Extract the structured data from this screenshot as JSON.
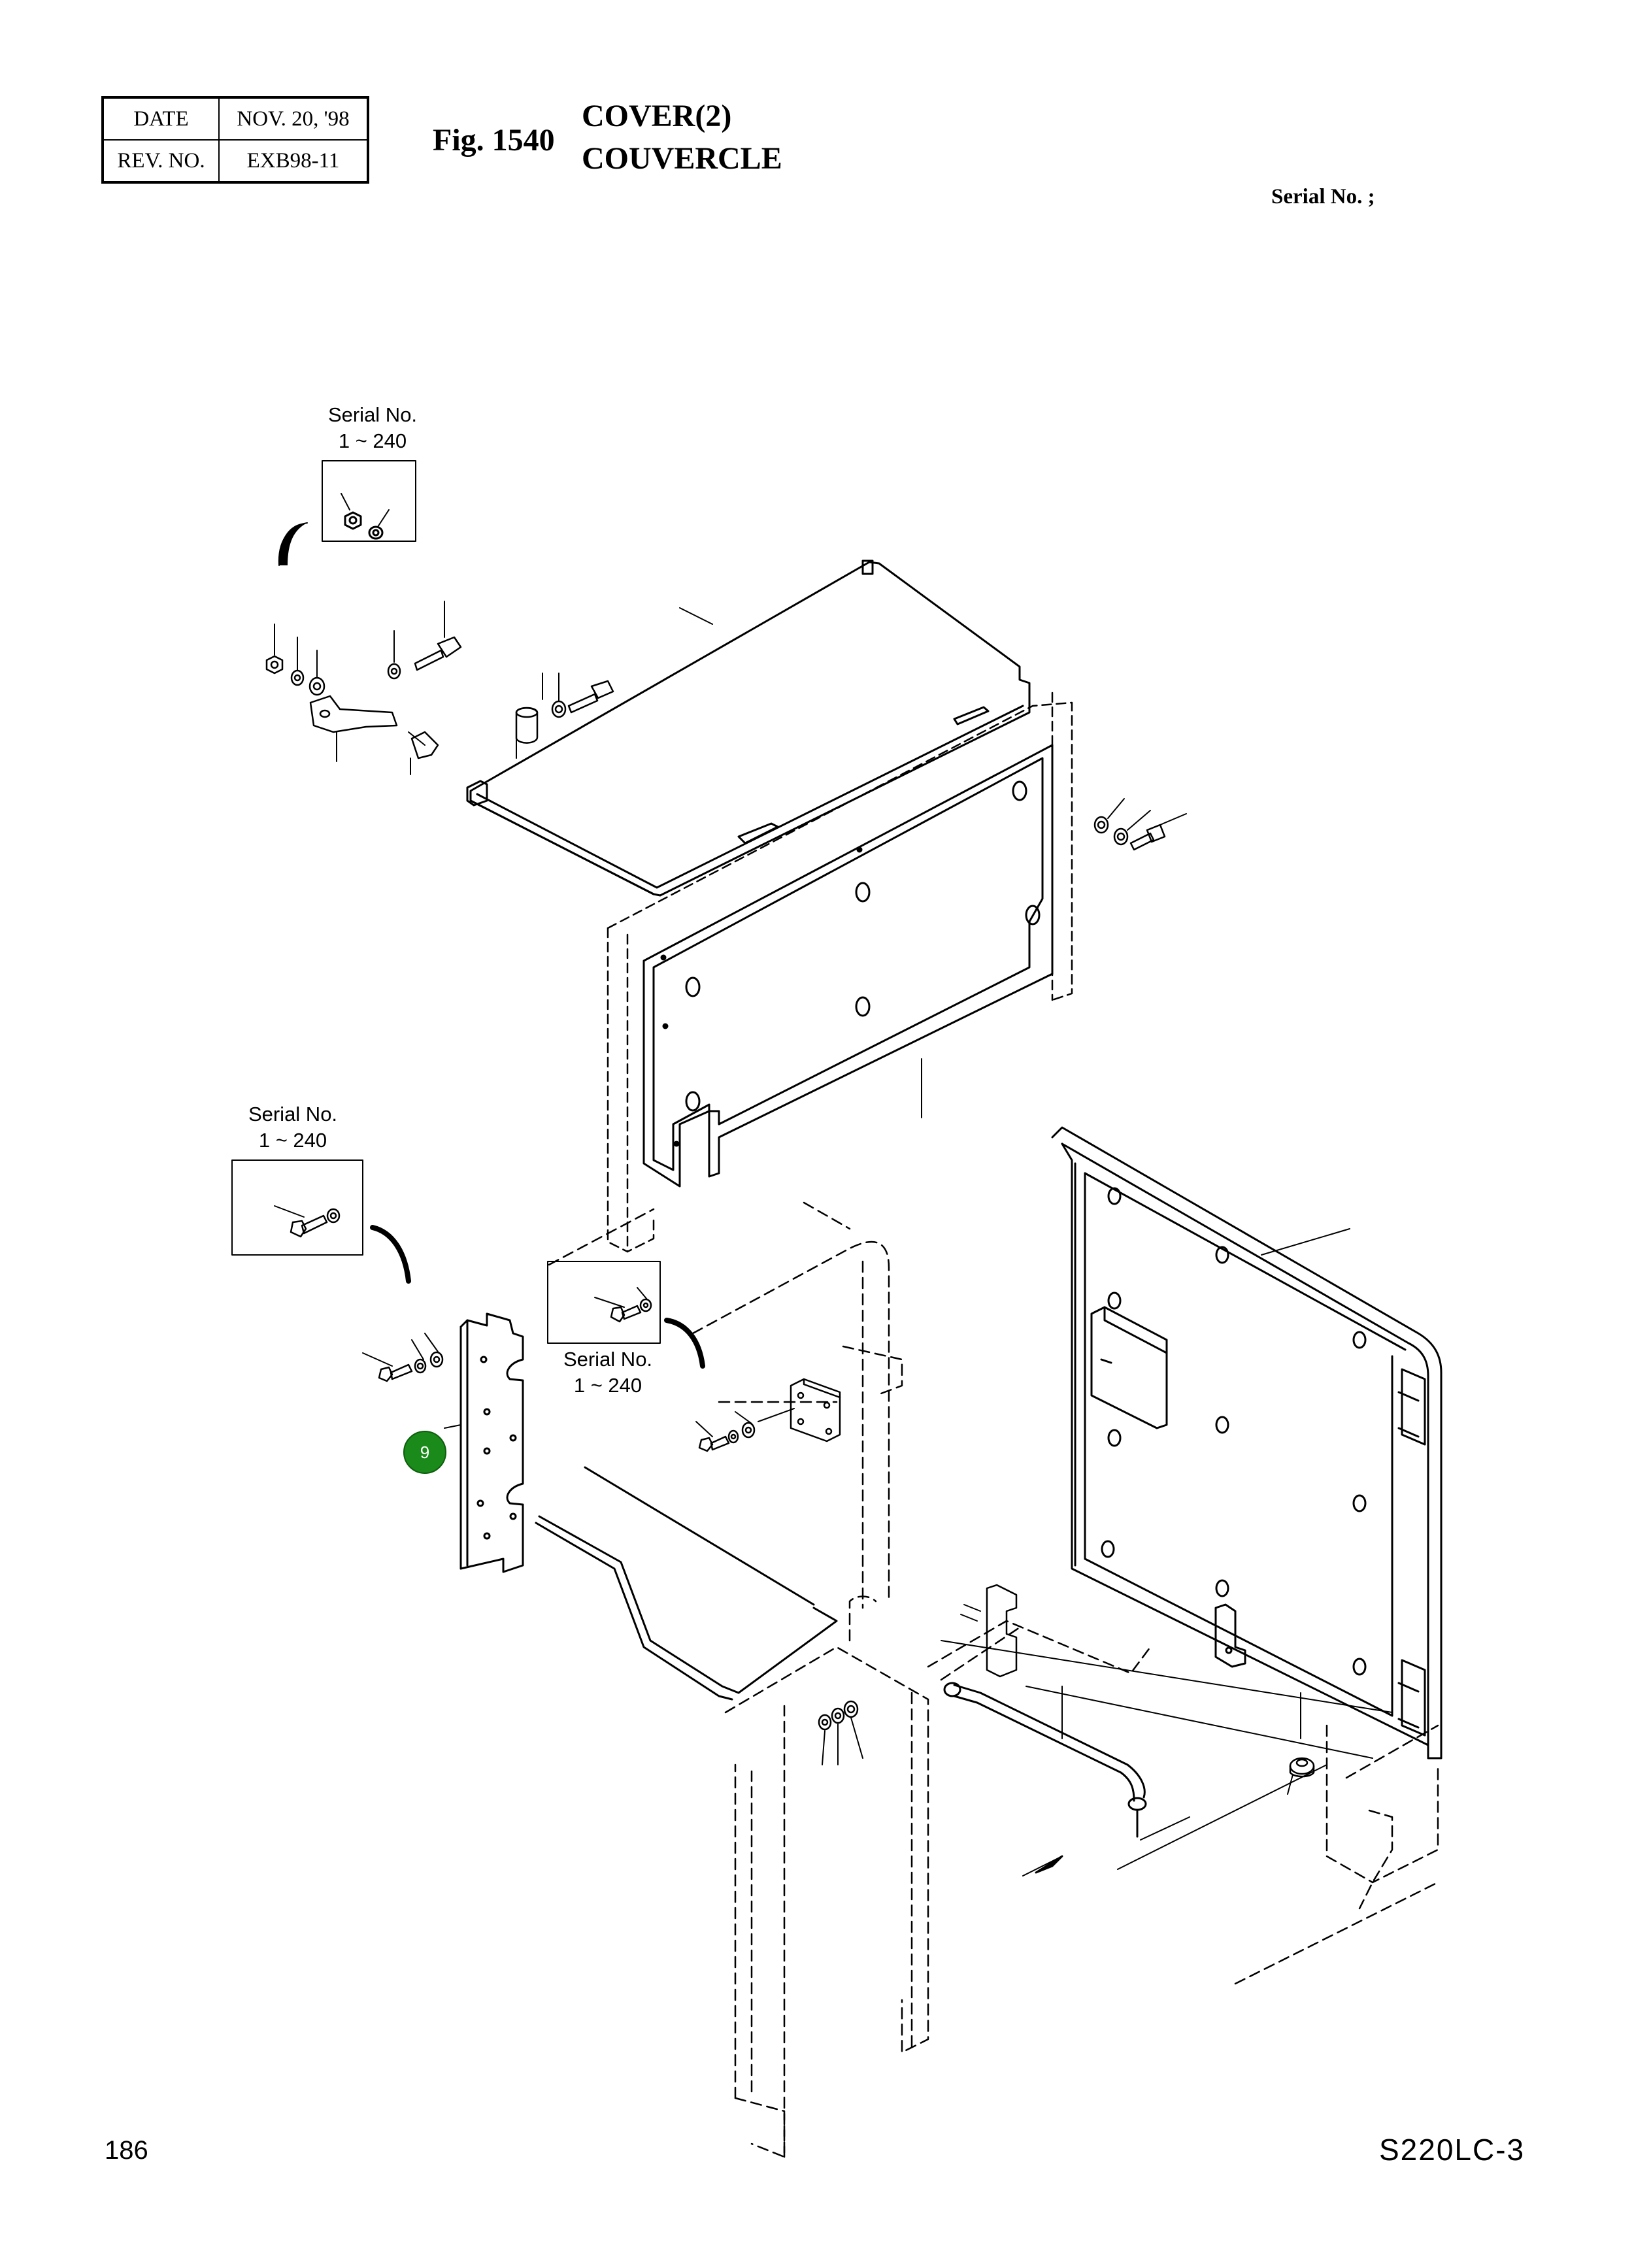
{
  "header": {
    "date_label": "DATE",
    "date_value": "NOV. 20, '98",
    "rev_label": "REV. NO.",
    "rev_value": "EXB98-11",
    "fig_label": "Fig. 1540",
    "title_en": "COVER(2)",
    "title_fr": "COUVERCLE",
    "serial_label": "Serial No. ;"
  },
  "notes": {
    "top": {
      "title": "Serial No.",
      "range": "1 ~ 240"
    },
    "left": {
      "title": "Serial No.",
      "range": "1 ~ 240"
    },
    "mid": {
      "title": "Serial No.",
      "range": "1 ~ 240"
    }
  },
  "callouts": [
    {
      "number": "9",
      "color": "#1a8a1a"
    }
  ],
  "footer": {
    "page_number": "186",
    "model": "S220LC-3"
  }
}
